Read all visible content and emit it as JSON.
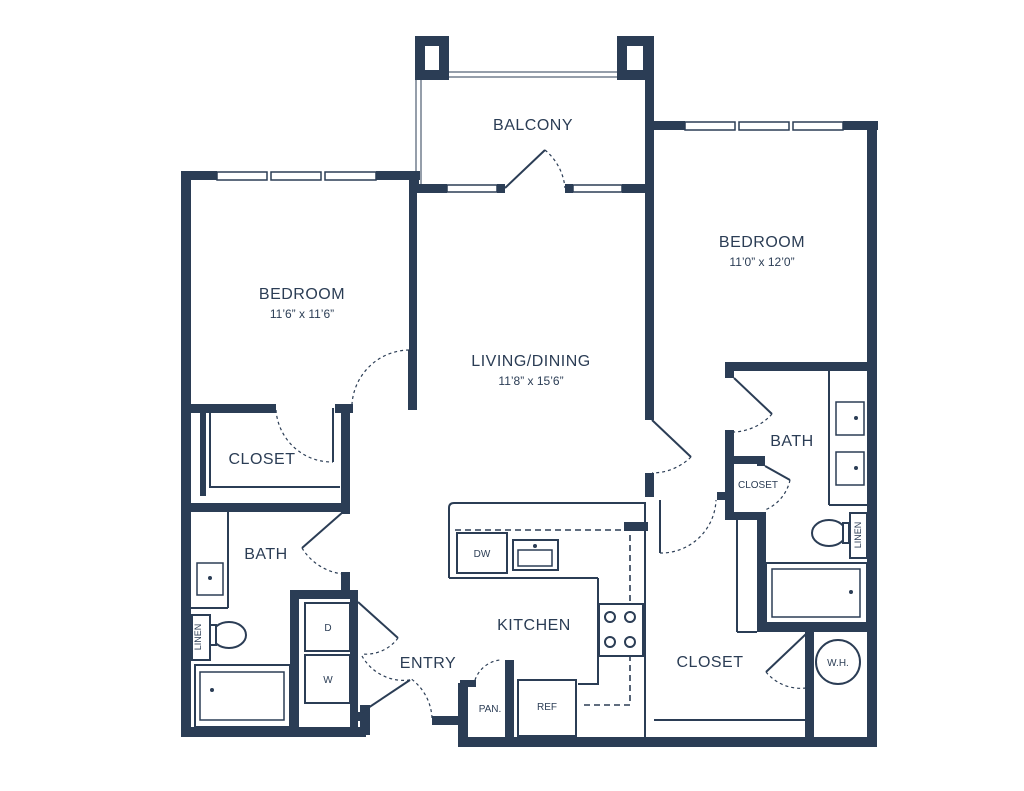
{
  "rooms": {
    "balcony": "BALCONY",
    "bedroom_left": {
      "name": "BEDROOM",
      "dims": "11’6” x 11’6”"
    },
    "bedroom_right": {
      "name": "BEDROOM",
      "dims": "11’0” x 12’0”"
    },
    "living": {
      "name": "LIVING/DINING",
      "dims": "11’8” x 15’6”"
    },
    "closet_left": "CLOSET",
    "bath_left": "BATH",
    "bath_right": "BATH",
    "closet_small": "CLOSET",
    "closet_right": "CLOSET",
    "kitchen": "KITCHEN",
    "entry": "ENTRY"
  },
  "fixtures": {
    "dishwasher": "DW",
    "dryer": "D",
    "washer": "W",
    "pantry": "PAN.",
    "refrigerator": "REF",
    "water_heater": "W.H.",
    "linen_left": "LINEN",
    "linen_right": "LINEN"
  },
  "colors": {
    "wall": "#2b3d55",
    "background": "#ffffff"
  }
}
